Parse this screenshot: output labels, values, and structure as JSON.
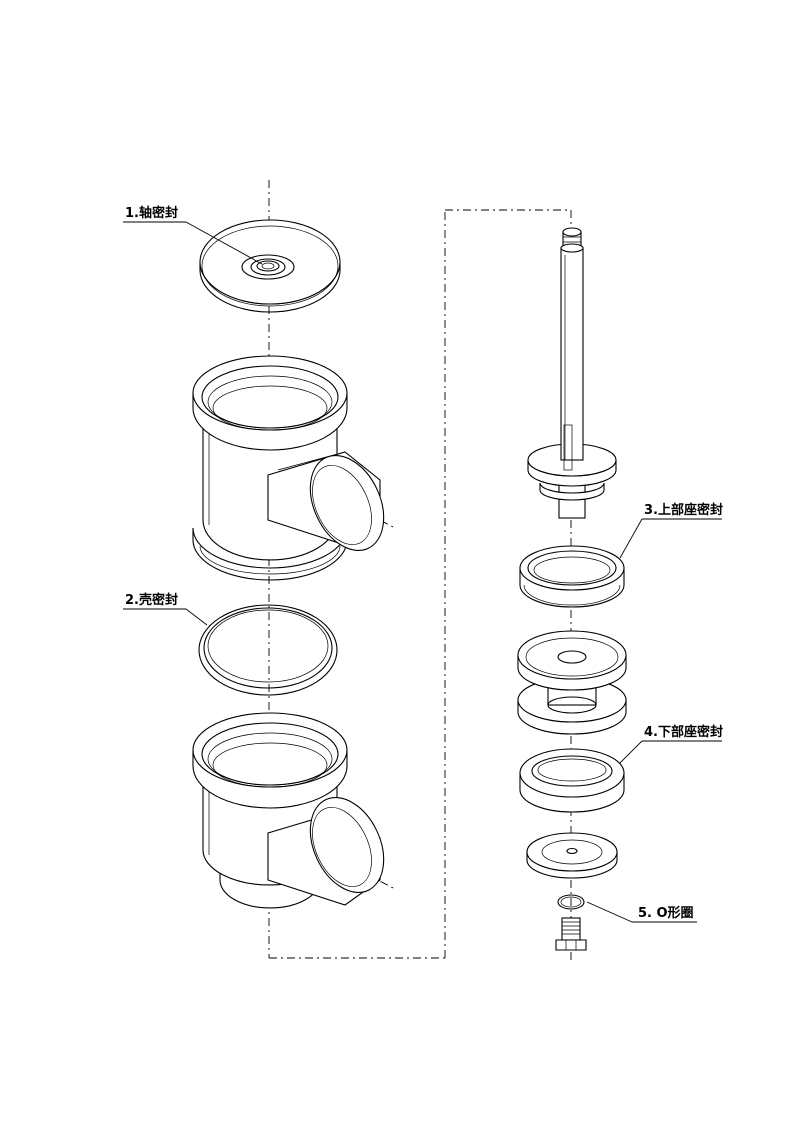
{
  "labels": {
    "part1": "1.轴密封",
    "part2": "2.壳密封",
    "part3": "3.上部座密封",
    "part4": "4.下部座密封",
    "part5": "5. O形圈"
  }
}
